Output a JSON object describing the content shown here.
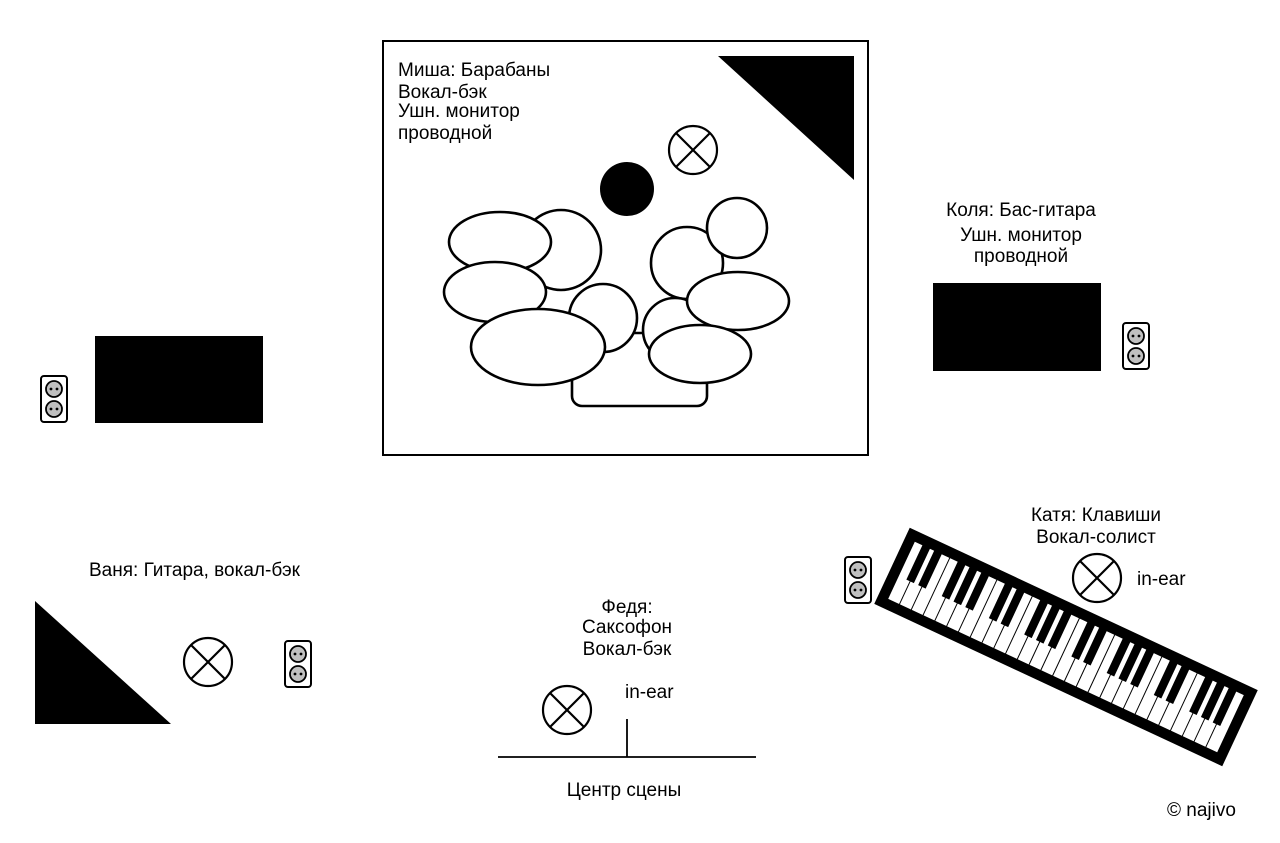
{
  "drums": {
    "name": "Миша: Барабаны",
    "line2": "Вокал-бэк",
    "line3": "Ушн. монитор",
    "line4": "проводной"
  },
  "bass": {
    "name": "Коля: Бас-гитара",
    "line2": "Ушн. монитор",
    "line3": "проводной"
  },
  "guitar": {
    "name": "Ваня: Гитара, вокал-бэк"
  },
  "sax": {
    "name": "Федя:",
    "line2": "Саксофон",
    "line3": "Вокал-бэк",
    "in_ear": "in-ear"
  },
  "keys": {
    "name": "Катя: Клавиши",
    "line2": "Вокал-солист",
    "in_ear": "in-ear"
  },
  "stage_center": "Центр сцены",
  "credit": "© najivo",
  "colors": {
    "ink": "#000000",
    "paper": "#ffffff",
    "socket": "#bfbfbf"
  },
  "icons": [
    "microphone-stand-icon",
    "power-outlet-icon",
    "stage-monitor-wedge-icon",
    "amplifier-icon",
    "drum-kit-icon",
    "keyboard-piano-icon"
  ]
}
